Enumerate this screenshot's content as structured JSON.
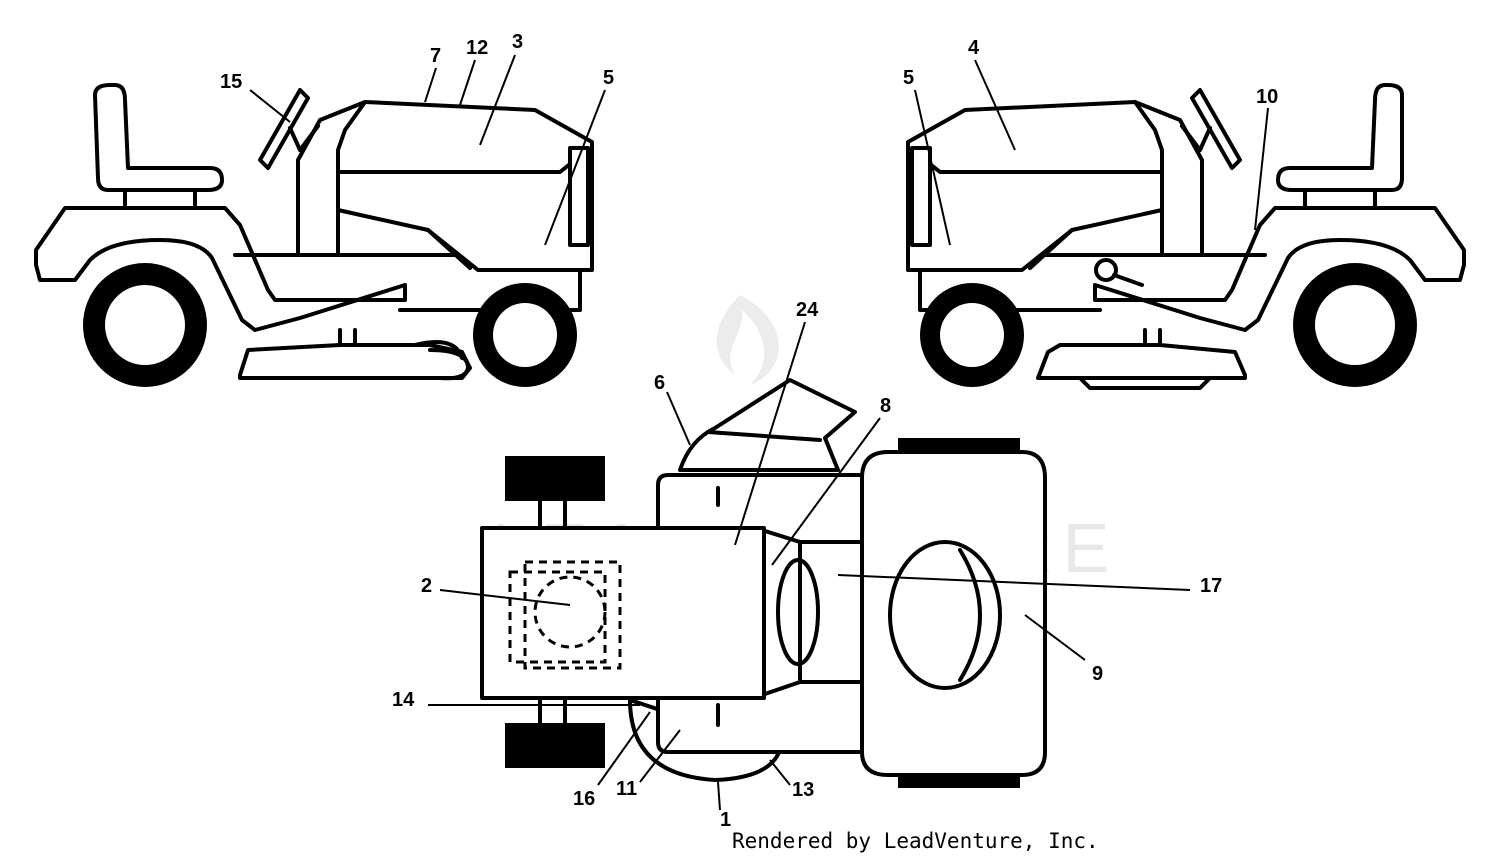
{
  "watermark": "LEADVENTURE",
  "footer": "Rendered by LeadVenture, Inc.",
  "callouts": {
    "c1": "1",
    "c2": "2",
    "c3": "3",
    "c4": "4",
    "c5a": "5",
    "c5b": "5",
    "c6": "6",
    "c7": "7",
    "c8": "8",
    "c9": "9",
    "c10": "10",
    "c11": "11",
    "c12": "12",
    "c13": "13",
    "c14": "14",
    "c15": "15",
    "c16": "16",
    "c17": "17",
    "c24": "24"
  }
}
